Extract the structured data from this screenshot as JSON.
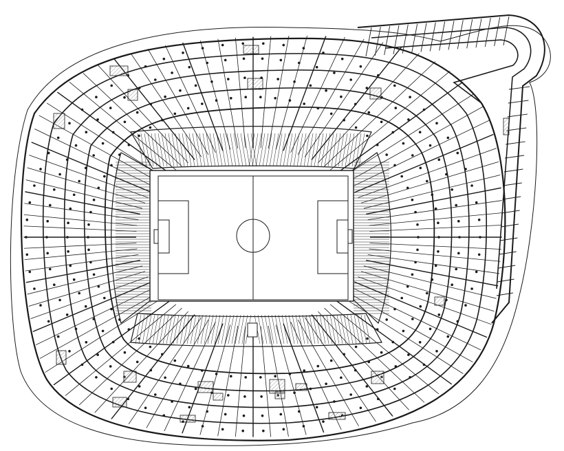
{
  "drawing": {
    "subject": "",
    "line_color": "#1a1a1a",
    "background_color": "#ffffff",
    "hatch_color": "#9a9a9a"
  },
  "pitch": {
    "markings": [
      "touchline",
      "halfway-line",
      "centre-circle",
      "penalty-area-left",
      "penalty-area-right",
      "goal-area-left",
      "goal-area-right"
    ]
  },
  "stands": [
    "north-stand",
    "south-stand",
    "west-stand",
    "east-stand"
  ],
  "icons": [
    "column-dot-icon",
    "stair-core-icon"
  ]
}
